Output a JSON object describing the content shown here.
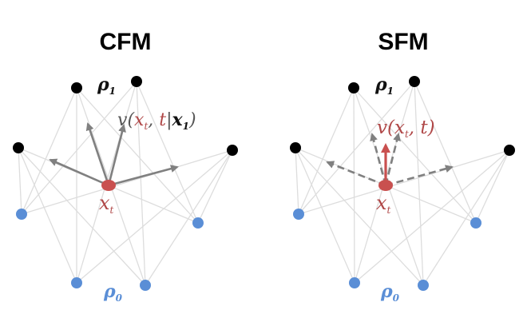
{
  "panels": [
    {
      "title": "CFM",
      "rho1": {
        "main": "ρ",
        "sub": "1"
      },
      "rho0": {
        "main": "ρ",
        "sub": "0"
      },
      "xt": {
        "main": "x",
        "sub": "t"
      },
      "velocity": {
        "v": "v",
        "open": "(",
        "x": "x",
        "xsub": "t",
        "comma": ",",
        "t": " t",
        "bar": "|",
        "x1": "x",
        "x1sub": "1",
        "close": ")"
      }
    },
    {
      "title": "SFM",
      "rho1": {
        "main": "ρ",
        "sub": "1"
      },
      "rho0": {
        "main": "ρ",
        "sub": "0"
      },
      "xt": {
        "main": "x",
        "sub": "t"
      },
      "velocity": {
        "v": "v",
        "open": "(",
        "x": "x",
        "xsub": "t",
        "comma": ",",
        "t": " t",
        "close": ")"
      }
    }
  ],
  "colors": {
    "target_point": "#000000",
    "source_point": "#5a8ed6",
    "xt_point": "#c9504f",
    "conditional_arrow": "#808080",
    "marginal_arrow": "#c9504f",
    "edge": "#dddddd"
  }
}
